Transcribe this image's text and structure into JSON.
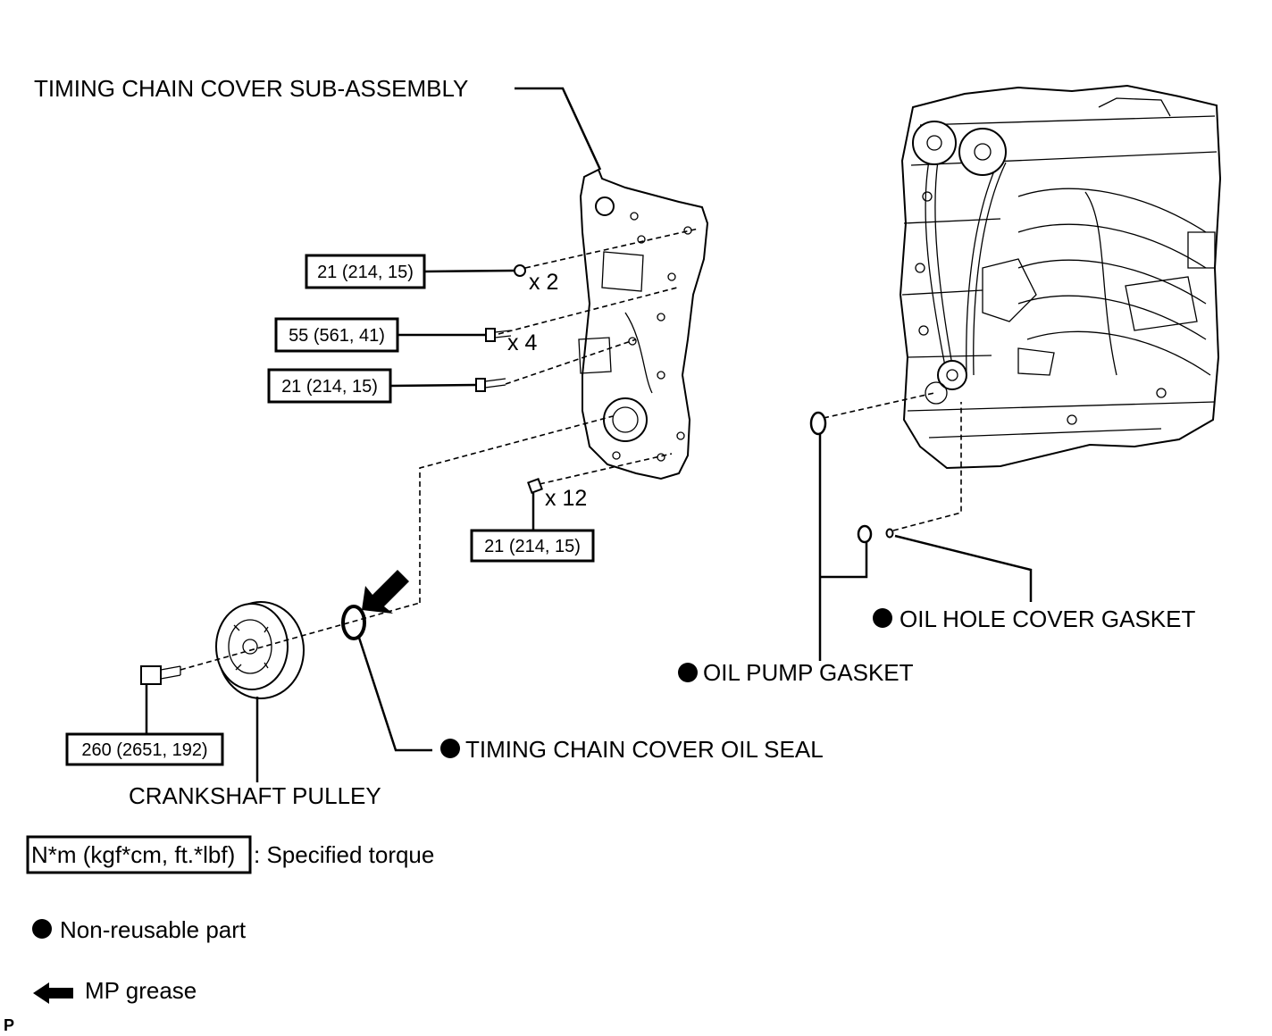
{
  "labels": {
    "timing_chain_cover": "TIMING CHAIN COVER SUB-ASSEMBLY",
    "crankshaft_pulley": "CRANKSHAFT PULLEY",
    "timing_chain_cover_oil_seal": "TIMING CHAIN COVER OIL SEAL",
    "oil_pump_gasket": "OIL PUMP GASKET",
    "oil_hole_cover_gasket": "OIL HOLE COVER GASKET"
  },
  "torques": {
    "t1": "21 (214, 15)",
    "t2": "55 (561, 41)",
    "t3": "21 (214, 15)",
    "t4": "21 (214, 15)",
    "t5": "260 (2651, 192)"
  },
  "quantities": {
    "q1": "x 2",
    "q2": "x 4",
    "q3": "x 12"
  },
  "legend": {
    "torque_box": "N*m (kgf*cm, ft.*lbf)",
    "torque_text": ": Specified torque",
    "nonreusable": "Non-reusable part",
    "grease": "MP grease"
  },
  "corner_code": "P",
  "colors": {
    "ink": "#000000",
    "paper": "#ffffff"
  }
}
